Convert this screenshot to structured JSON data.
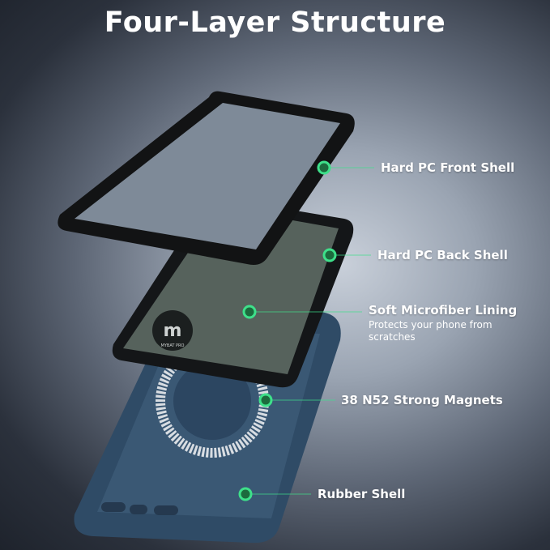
{
  "title": "Four-Layer Structure",
  "accent_color": "#3ee08a",
  "brand_logo_text": "MYBAT PRO",
  "layers": [
    {
      "label": "Hard PC Front Shell"
    },
    {
      "label": "Hard PC Back Shell"
    },
    {
      "label": "Soft Microfiber Lining",
      "description": "Protects your phone from scratches"
    },
    {
      "label": "38 N52 Strong Magnets"
    },
    {
      "label": "Rubber Shell"
    }
  ]
}
